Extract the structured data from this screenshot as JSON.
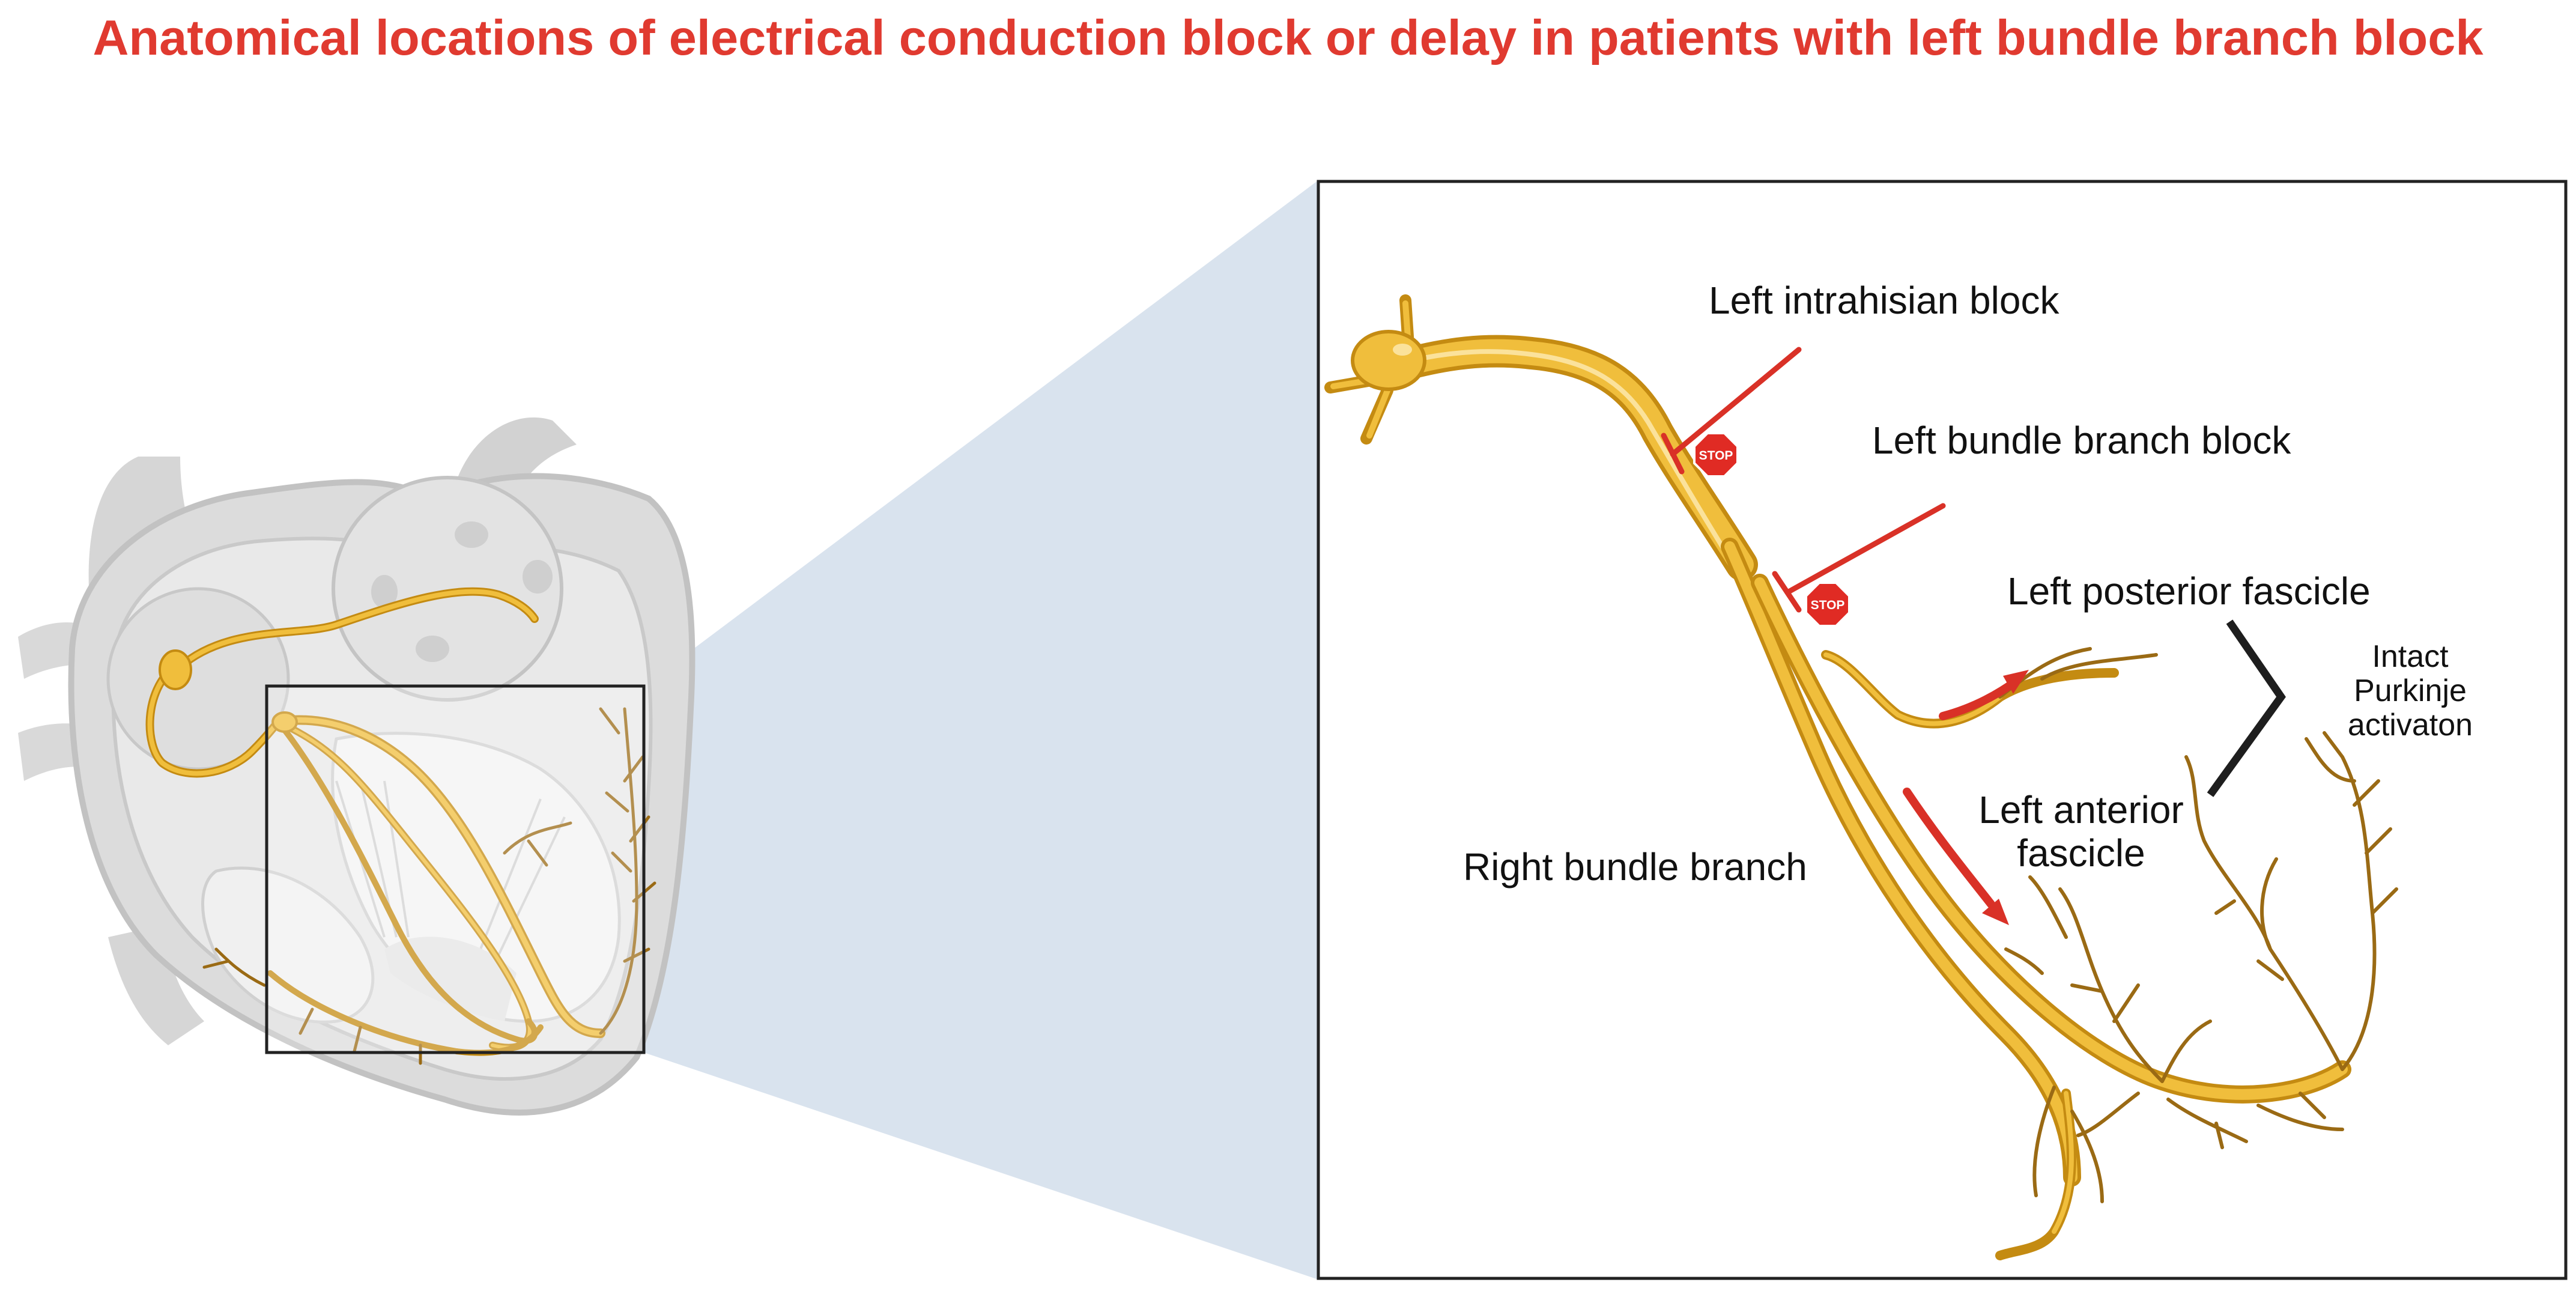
{
  "title": "Anatomical locations of electrical conduction block or delay in patients with left bundle branch block",
  "labels": {
    "left_intrahisian_block": "Left intrahisian block",
    "left_bundle_branch_block": "Left bundle branch block",
    "left_posterior_fascicle": "Left posterior fascicle",
    "left_anterior_fascicle_line1": "Left anterior",
    "left_anterior_fascicle_line2": "fascicle",
    "right_bundle_branch": "Right bundle branch",
    "intact_purkinje_line1": "Intact",
    "intact_purkinje_line2": "Purkinje",
    "intact_purkinje_line3": "activaton"
  },
  "stop_sign_text": "STOP",
  "icons": [
    "stop-sign-icon",
    "heart-illustration",
    "conduction-system-illustration"
  ],
  "colors": {
    "title": "#e03a30",
    "conduction_fill": "#f0be3c",
    "conduction_edge": "#c48b12",
    "purkinje": "#9a6a14",
    "block_marker": "#d93127",
    "zoom_wedge": "#d9e3ee",
    "heart_gray": "#cfcfcf"
  }
}
